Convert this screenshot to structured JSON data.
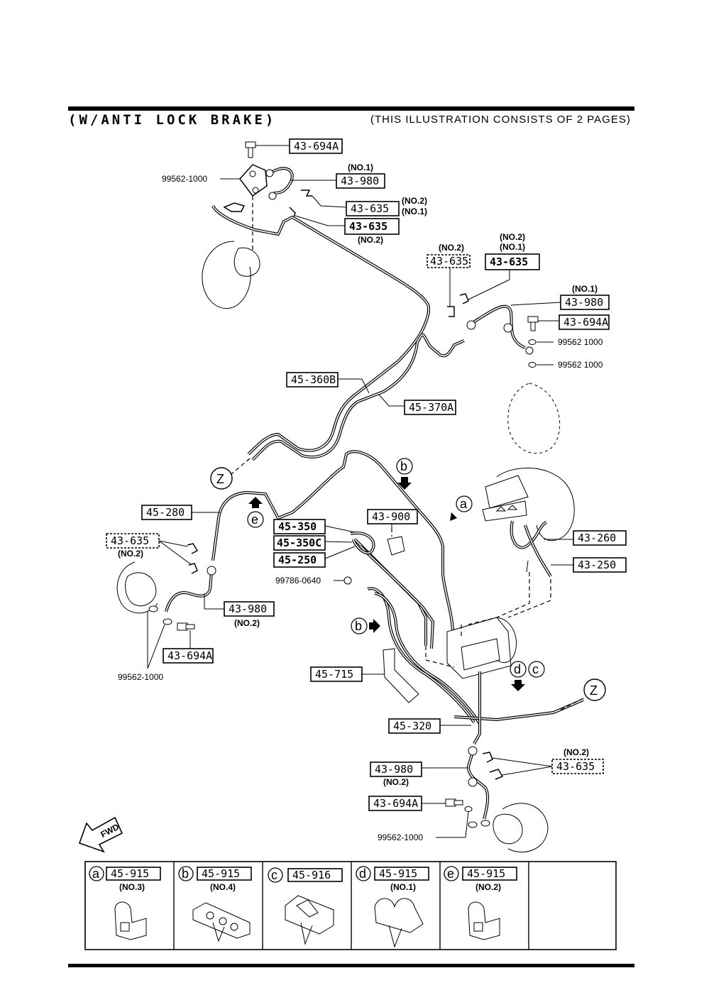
{
  "header": {
    "title": "(W/ANTI  LOCK  BRAKE)",
    "subtitle": "(THIS ILLUSTRATION CONSISTS OF  2 PAGES)"
  },
  "parts": {
    "p1": "43-694A",
    "p2": "43-980",
    "p3": "43-635",
    "p4": "43-635",
    "p5": "43-635",
    "p6": "43-635",
    "p7": "43-980",
    "p8": "43-694A",
    "p9": "45-360B",
    "p10": "45-370A",
    "p11": "45-280",
    "p12": "43-900",
    "p13": "45-350",
    "p14": "45-350C",
    "p15": "45-250",
    "p16": "43-635",
    "p17": "43-980",
    "p18": "43-694A",
    "p19": "45-715",
    "p20": "45-320",
    "p21": "43-980",
    "p22": "43-694A",
    "p23": "43-635",
    "p24": "43-260",
    "p25": "43-250"
  },
  "notes": {
    "n_no1_a": "(NO.1)",
    "n_no2_a": "(NO.2)",
    "n_no1_b": "(NO.1)",
    "n_no2_b": "(NO.2)",
    "n_no2_c": "(NO.2)",
    "n_no2_d": "(NO.2)",
    "n_no1_d": "(NO.1)",
    "n_no1_e": "(NO.1)",
    "n_no2_f": "(NO.2)",
    "n_no2_g": "(NO.2)",
    "n_no2_h": "(NO.2)",
    "n_no2_i": "(NO.2)"
  },
  "plain_labels": {
    "w1": "99562-1000",
    "w2": "99562 1000",
    "w3": "99562 1000",
    "w4": "99786-0640",
    "w5": "99562-1000",
    "w6": "99562-1000"
  },
  "callouts": {
    "z1": "Z",
    "z2": "Z",
    "a": "a",
    "b1": "b",
    "b2": "b",
    "c": "c",
    "d": "d",
    "e": "e"
  },
  "fwd": "FWD",
  "clip_table": [
    {
      "letter": "a",
      "part": "45-915",
      "note": "(NO.3)"
    },
    {
      "letter": "b",
      "part": "45-915",
      "note": "(NO.4)"
    },
    {
      "letter": "c",
      "part": "45-916",
      "note": ""
    },
    {
      "letter": "d",
      "part": "45-915",
      "note": "(NO.1)"
    },
    {
      "letter": "e",
      "part": "45-915",
      "note": "(NO.2)"
    }
  ]
}
